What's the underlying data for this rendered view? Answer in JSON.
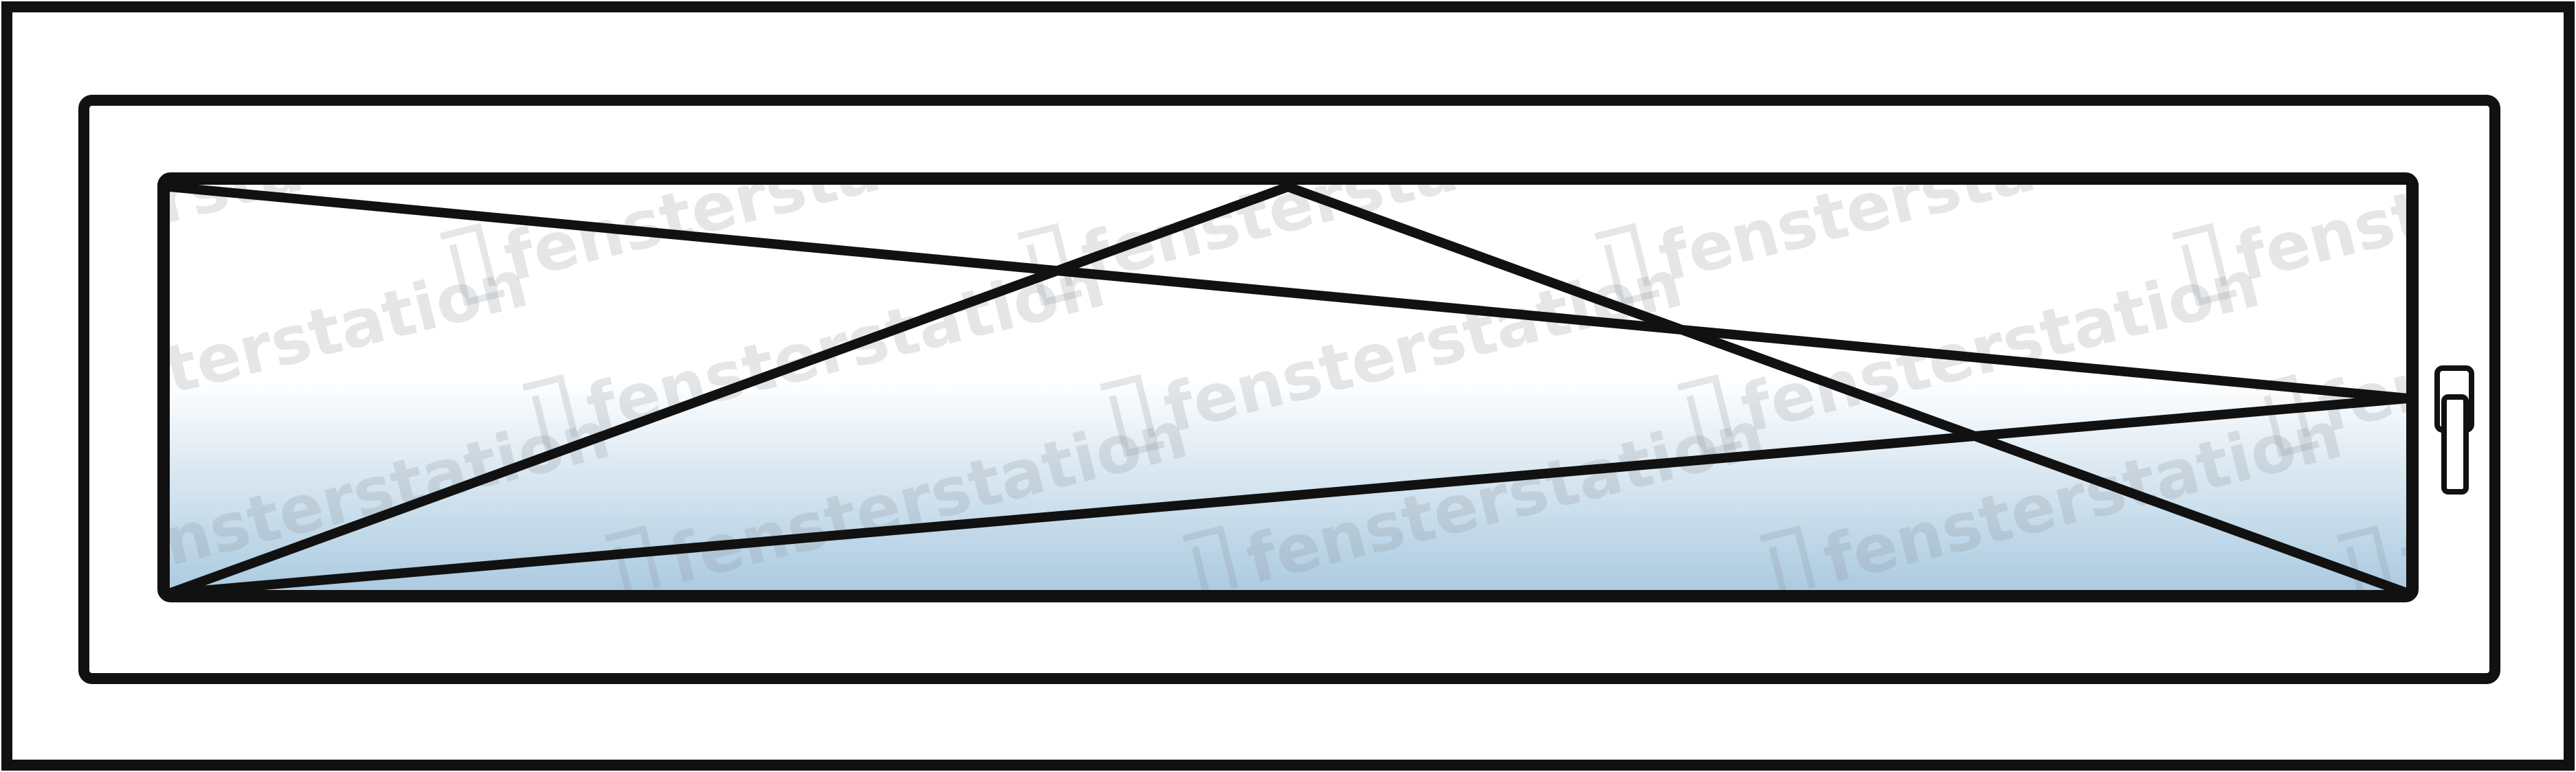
{
  "watermark": {
    "text": "fensterstation",
    "color": "#8a8f96",
    "opacity": 0.22
  },
  "colors": {
    "frame_stroke": "#111111",
    "background": "#ffffff",
    "glass_top": "#ffffff",
    "glass_bottom": "#a9c9e0"
  },
  "window": {
    "opening": "tilt-turn",
    "hinge_side": "left",
    "handle_side": "right",
    "handle_icon": "window-handle-icon"
  }
}
